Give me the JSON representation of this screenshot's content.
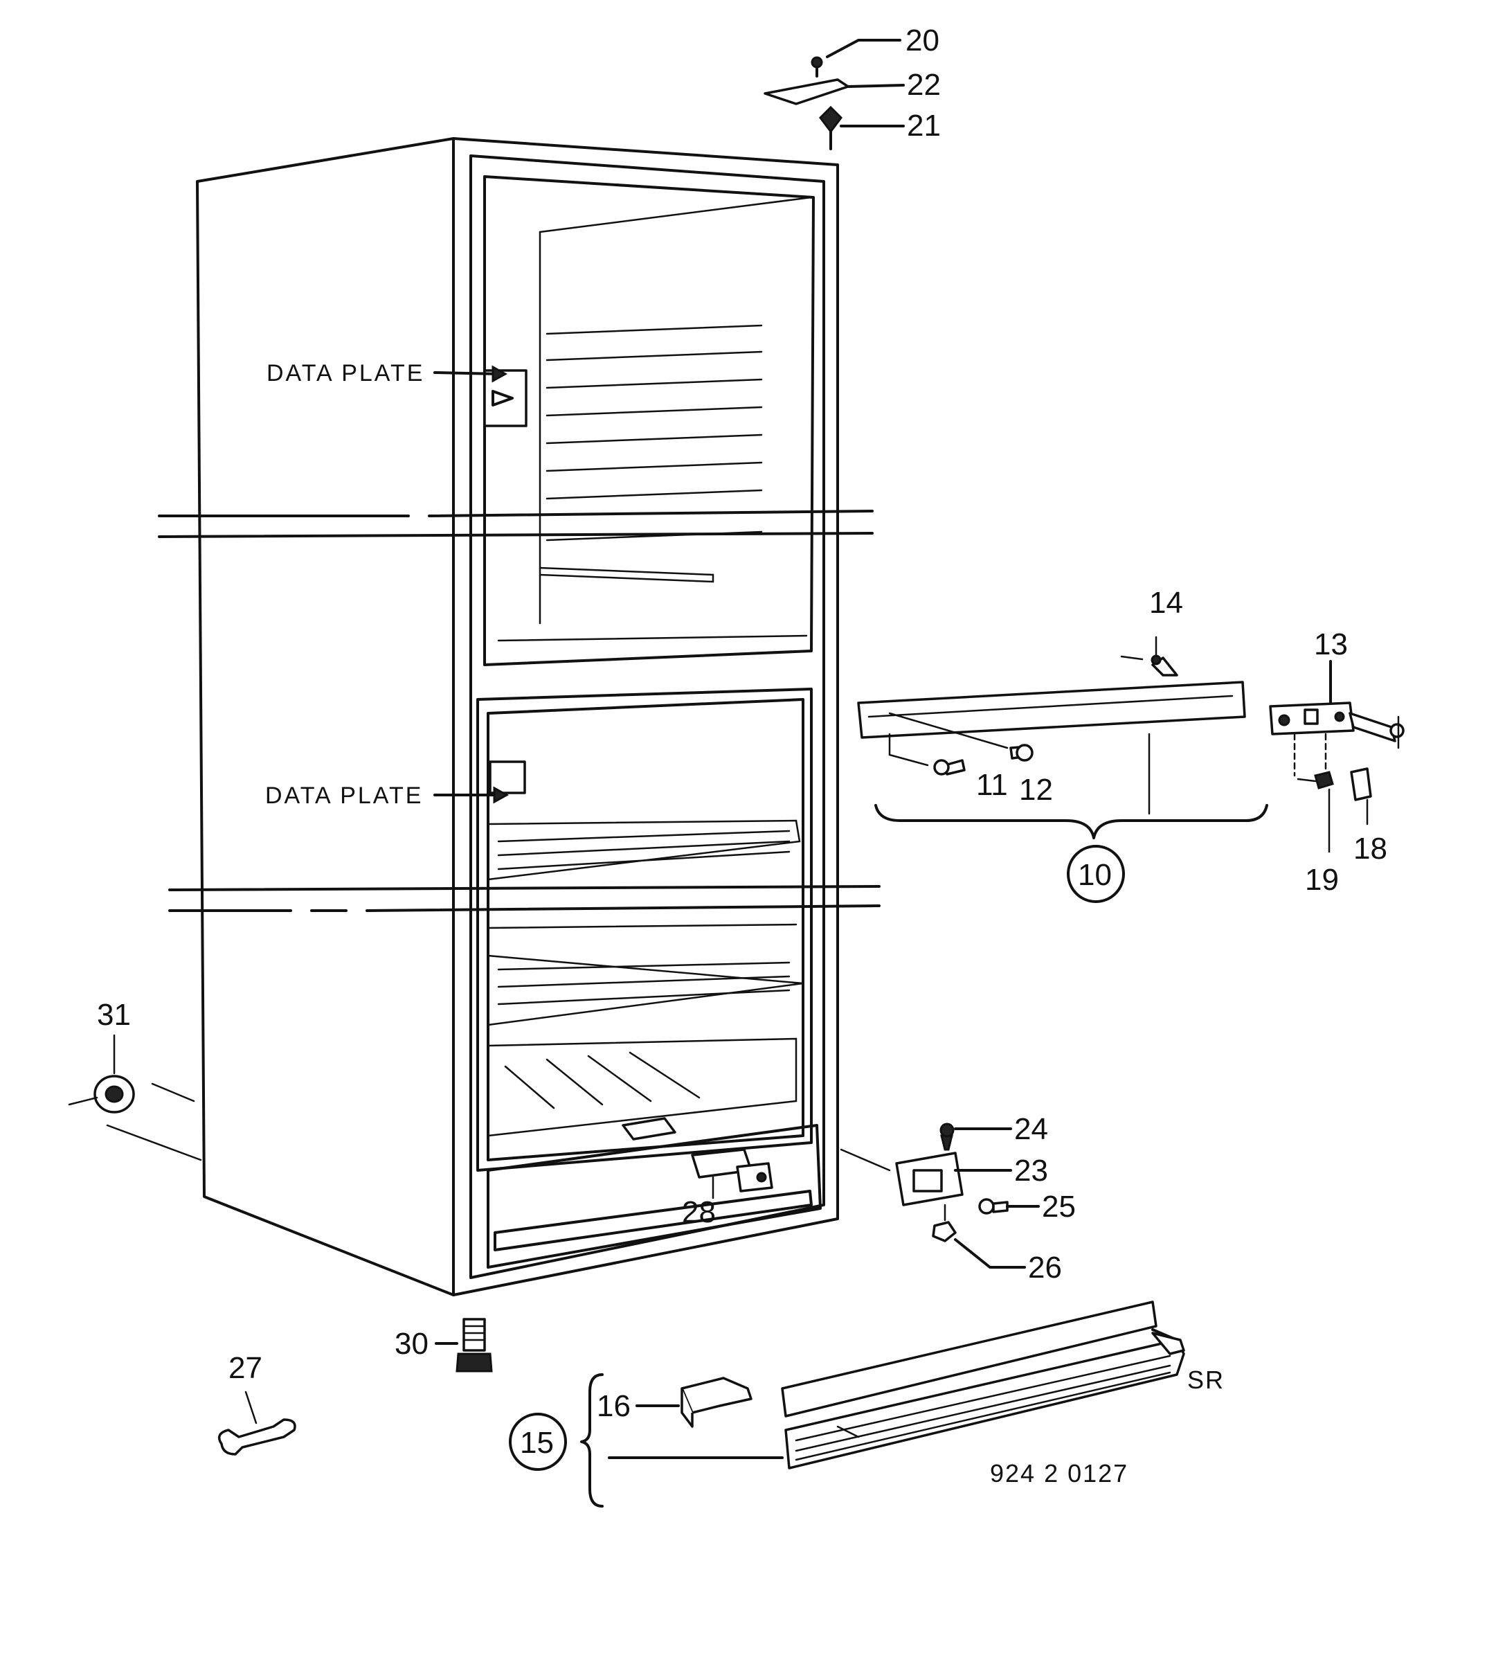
{
  "labels": {
    "data_plate_upper": "DATA PLATE",
    "data_plate_lower": "DATA PLATE",
    "drawing_code": "924 2 0127",
    "sr": "SR"
  },
  "callouts": {
    "p20": "20",
    "p22": "22",
    "p21": "21",
    "p14": "14",
    "p13": "13",
    "p11": "11",
    "p12": "12",
    "p18": "18",
    "p19": "19",
    "p10": "10",
    "p31": "31",
    "p24": "24",
    "p23": "23",
    "p25": "25",
    "p26": "26",
    "p28": "28",
    "p30": "30",
    "p27": "27",
    "p16": "16",
    "p15": "15"
  }
}
